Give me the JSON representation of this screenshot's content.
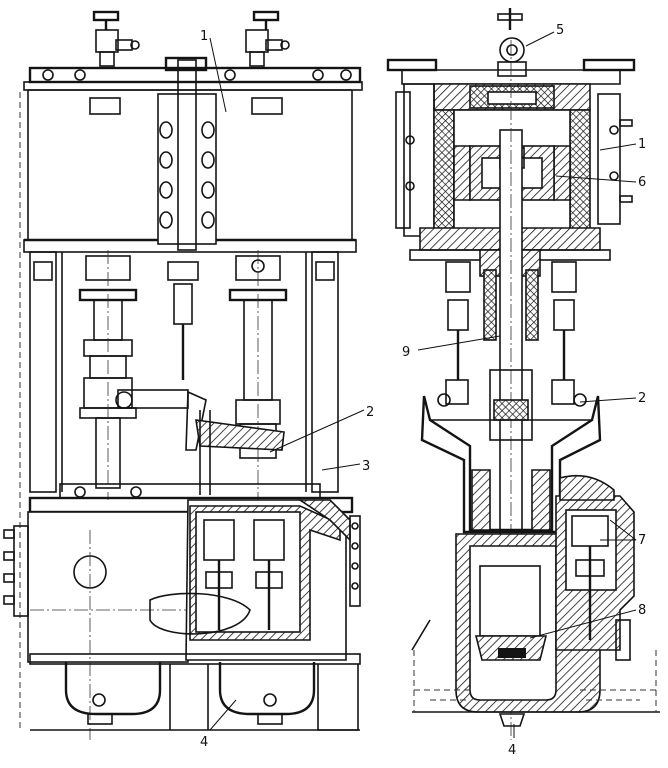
{
  "left_view": {
    "labels": [
      {
        "id": "label-1",
        "text": "1"
      },
      {
        "id": "label-2",
        "text": "2"
      },
      {
        "id": "label-3",
        "text": "3"
      },
      {
        "id": "label-4",
        "text": "4"
      }
    ]
  },
  "right_view": {
    "labels": [
      {
        "id": "label-5",
        "text": "5"
      },
      {
        "id": "label-1",
        "text": "1"
      },
      {
        "id": "label-6",
        "text": "6"
      },
      {
        "id": "label-9",
        "text": "9"
      },
      {
        "id": "label-2",
        "text": "2"
      },
      {
        "id": "label-7",
        "text": "7"
      },
      {
        "id": "label-8",
        "text": "8"
      },
      {
        "id": "label-4",
        "text": "4"
      }
    ]
  }
}
